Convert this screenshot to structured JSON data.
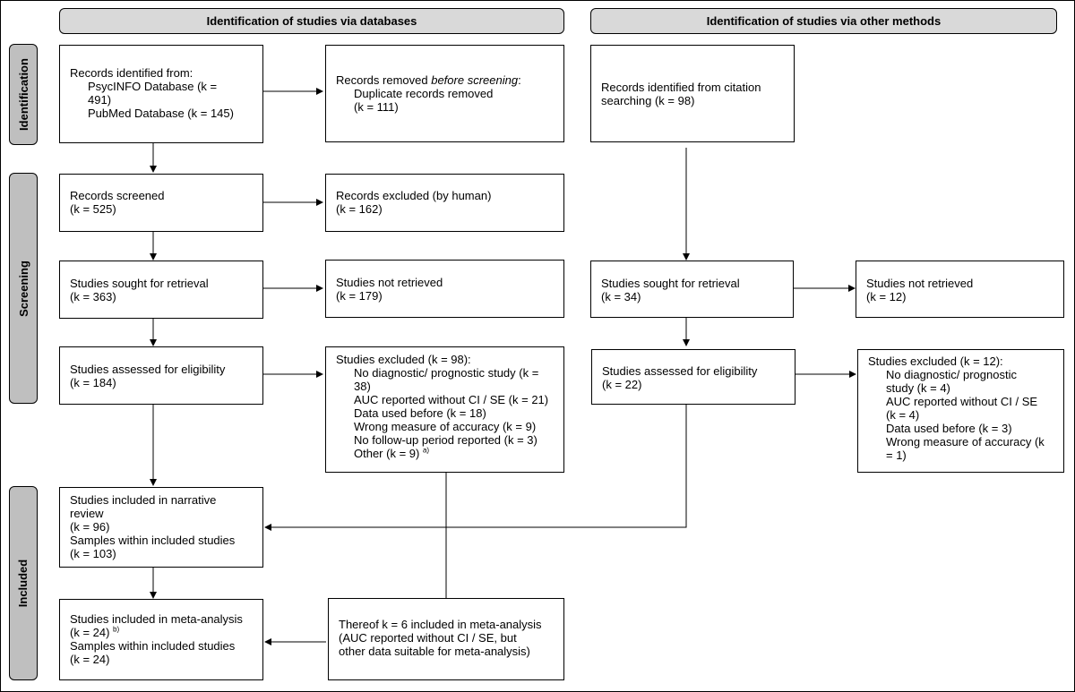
{
  "headers": {
    "databases": "Identification of studies via databases",
    "other": "Identification of studies via other methods"
  },
  "phases": {
    "identification": "Identification",
    "screening": "Screening",
    "included": "Included"
  },
  "db_records": {
    "title": "Records identified from:",
    "psycinfo": "PsycINFO Database (k =",
    "psycinfo_count": "491)",
    "pubmed": "PubMed Database (k = 145)"
  },
  "removed": {
    "title_pre": "Records removed ",
    "title_em": "before screening",
    "title_post": ":",
    "line1": "Duplicate records removed",
    "line2": "(k = 111)"
  },
  "screened": {
    "line1": "Records screened",
    "line2": "(k = 525)"
  },
  "excluded_human": {
    "line1": "Records excluded (by human)",
    "line2": "(k = 162)"
  },
  "sought": {
    "line1": "Studies sought for retrieval",
    "line2": "(k = 363)"
  },
  "not_retrieved": {
    "line1": "Studies not retrieved",
    "line2": "(k = 179)"
  },
  "assessed": {
    "line1": "Studies assessed for eligibility",
    "line2": "(k = 184)"
  },
  "excluded": {
    "title": "Studies excluded (k = 98):",
    "items": [
      "No diagnostic/ prognostic study (k =",
      "38)",
      "AUC reported without CI / SE (k = 21)",
      "Data used before (k = 18)",
      "Wrong measure of accuracy (k = 9)",
      "No follow-up period reported (k = 3)"
    ],
    "other": "Other (k = 9) ",
    "other_note": "a)"
  },
  "narrative": {
    "line1": "Studies included in narrative",
    "line2": "review",
    "line3": "(k = 96)",
    "line4": "Samples within included studies",
    "line5": "(k = 103)"
  },
  "meta": {
    "line1": "Studies included in meta-analysis",
    "line2": "(k = 24) ",
    "line2_note": "b)",
    "line3": "Samples within included studies",
    "line4": "(k = 24)"
  },
  "thereof": {
    "line1": "Thereof k = 6 included in meta-analysis",
    "line2": "(AUC reported without CI / SE, but",
    "line3": "other data suitable for meta-analysis)"
  },
  "citation": {
    "line1": "Records identified from citation",
    "line2": "searching (k = 98)"
  },
  "other_sought": {
    "line1": "Studies sought for retrieval",
    "line2": "(k = 34)"
  },
  "other_not_retrieved": {
    "line1": "Studies not retrieved",
    "line2": "(k = 12)"
  },
  "other_assessed": {
    "line1": "Studies assessed for eligibility",
    "line2": "(k = 22)"
  },
  "other_excluded": {
    "title": "Studies excluded (k = 12):",
    "items": [
      "No diagnostic/ prognostic",
      "study (k = 4)",
      "AUC reported without CI / SE",
      "(k = 4)",
      "Data used before (k = 3)",
      "Wrong measure of accuracy (k",
      "= 1)"
    ]
  }
}
